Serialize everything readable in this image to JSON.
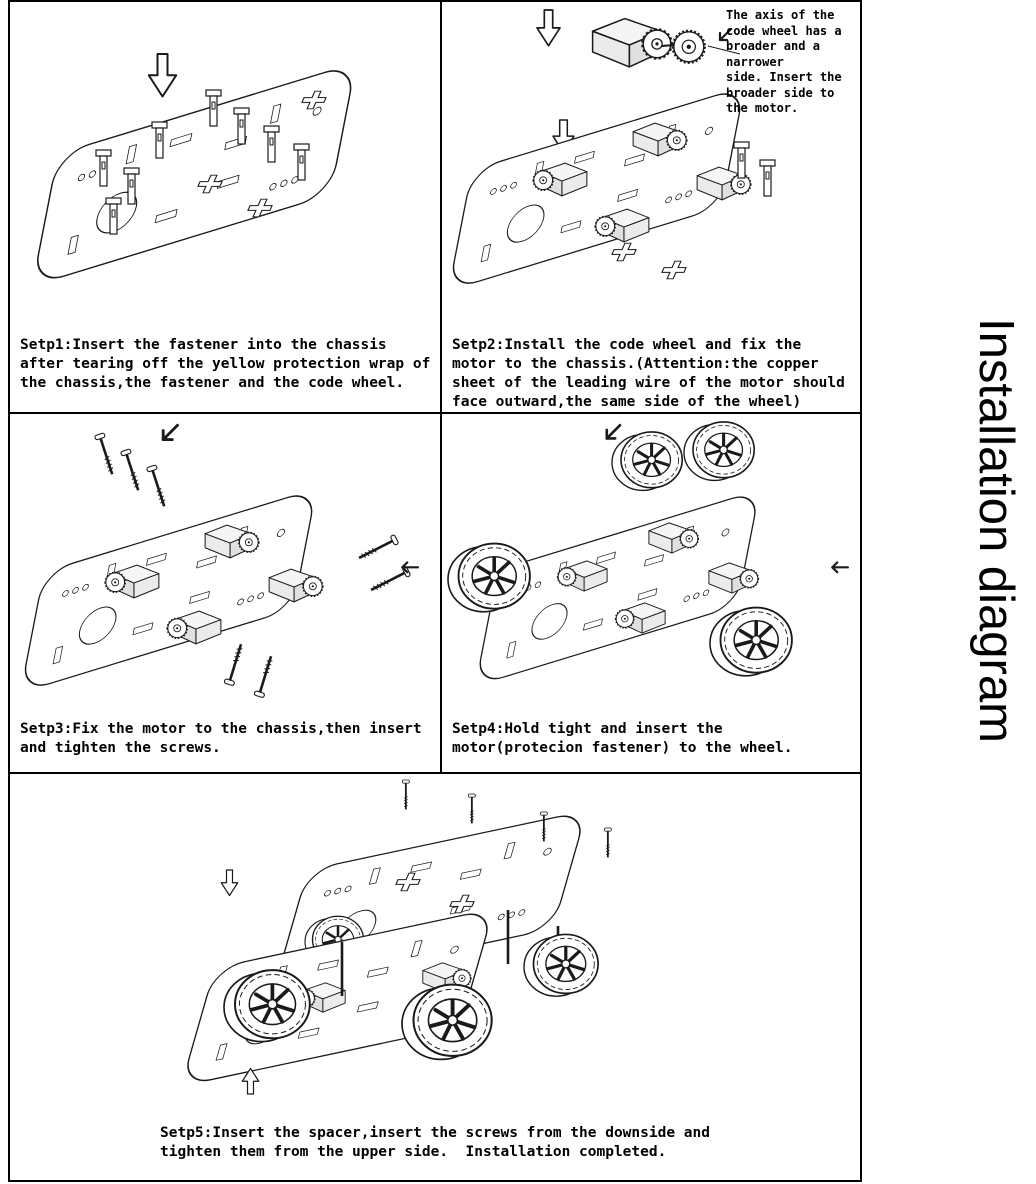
{
  "title": "Installation diagram",
  "style": {
    "ink": "#1a1a1a",
    "background": "#ffffff",
    "panel_border": "#000000"
  },
  "steps": [
    {
      "name": "step1",
      "caption": "Setp1:Insert the fastener into the chassis\nafter tearing off the yellow protection wrap of\nthe chassis,the fastener and the code wheel."
    },
    {
      "name": "step2",
      "annotation": "The axis of the\ncode wheel has a\nbroader and a\nnarrower\nside. Insert the\nbroader side to\nthe motor.",
      "caption": "Setp2:Install the code wheel and fix the\nmotor to the chassis.(Attention:the copper\nsheet of the leading wire of the motor should\nface outward,the same side of the wheel)"
    },
    {
      "name": "step3",
      "caption": "Setp3:Fix the motor to the chassis,then insert\nand tighten the screws."
    },
    {
      "name": "step4",
      "caption": "Setp4:Hold tight and insert the\nmotor(protecion fastener) to the wheel."
    },
    {
      "name": "step5",
      "caption": "Setp5:Insert the spacer,insert the screws from the downside and\ntighten them from the upper side.  Installation completed."
    }
  ]
}
